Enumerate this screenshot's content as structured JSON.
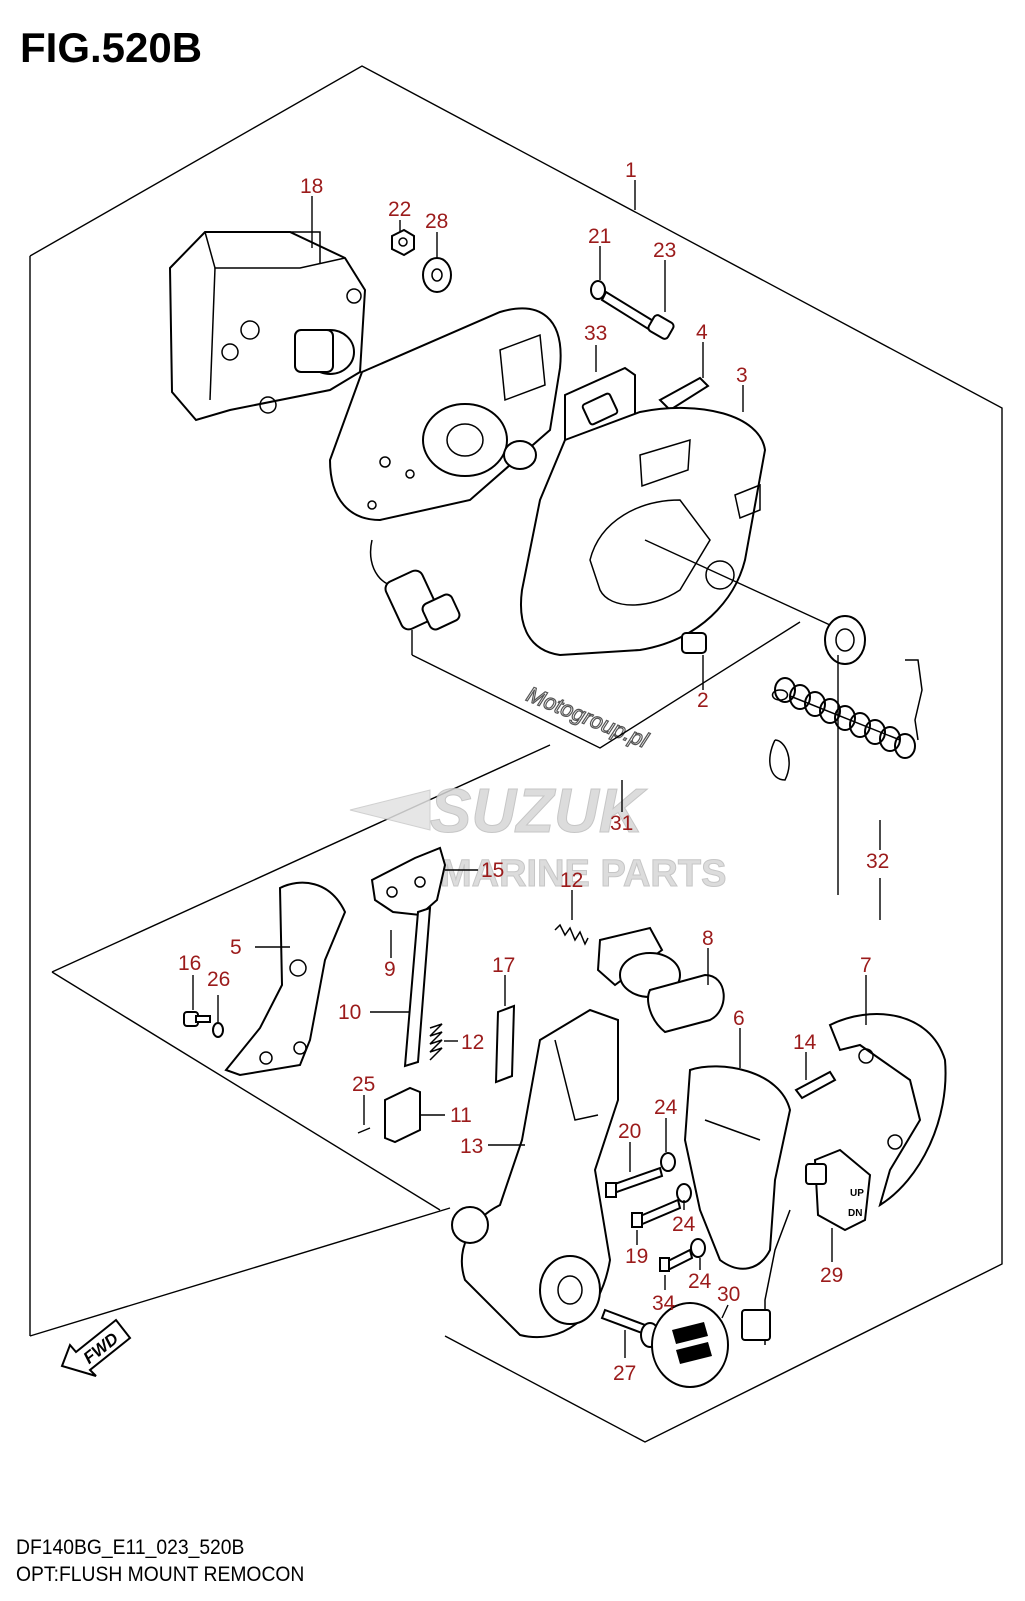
{
  "figure": {
    "title": "FIG.520B",
    "code": "DF140BG_E11_023_520B",
    "caption": "OPT:FLUSH MOUNT REMOCON"
  },
  "watermarks": {
    "brand": "SUZUK",
    "brand_sub": "MARINE PARTS",
    "site": "Motogroup.pl"
  },
  "arrow_label": "FWD",
  "switch_labels": {
    "up": "UP",
    "dn": "DN"
  },
  "callouts": [
    {
      "id": "c1",
      "label": "1"
    },
    {
      "id": "c2",
      "label": "2"
    },
    {
      "id": "c3",
      "label": "3"
    },
    {
      "id": "c4",
      "label": "4"
    },
    {
      "id": "c5",
      "label": "5"
    },
    {
      "id": "c6",
      "label": "6"
    },
    {
      "id": "c7",
      "label": "7"
    },
    {
      "id": "c8",
      "label": "8"
    },
    {
      "id": "c9",
      "label": "9"
    },
    {
      "id": "c10",
      "label": "10"
    },
    {
      "id": "c11",
      "label": "11"
    },
    {
      "id": "c12a",
      "label": "12"
    },
    {
      "id": "c12b",
      "label": "12"
    },
    {
      "id": "c13",
      "label": "13"
    },
    {
      "id": "c14",
      "label": "14"
    },
    {
      "id": "c15",
      "label": "15"
    },
    {
      "id": "c16",
      "label": "16"
    },
    {
      "id": "c17",
      "label": "17"
    },
    {
      "id": "c18",
      "label": "18"
    },
    {
      "id": "c19",
      "label": "19"
    },
    {
      "id": "c20",
      "label": "20"
    },
    {
      "id": "c21",
      "label": "21"
    },
    {
      "id": "c22",
      "label": "22"
    },
    {
      "id": "c23",
      "label": "23"
    },
    {
      "id": "c24a",
      "label": "24"
    },
    {
      "id": "c24b",
      "label": "24"
    },
    {
      "id": "c24c",
      "label": "24"
    },
    {
      "id": "c25",
      "label": "25"
    },
    {
      "id": "c26",
      "label": "26"
    },
    {
      "id": "c27",
      "label": "27"
    },
    {
      "id": "c28",
      "label": "28"
    },
    {
      "id": "c29",
      "label": "29"
    },
    {
      "id": "c30",
      "label": "30"
    },
    {
      "id": "c31",
      "label": "31"
    },
    {
      "id": "c32",
      "label": "32"
    },
    {
      "id": "c33",
      "label": "33"
    },
    {
      "id": "c34",
      "label": "34"
    }
  ]
}
